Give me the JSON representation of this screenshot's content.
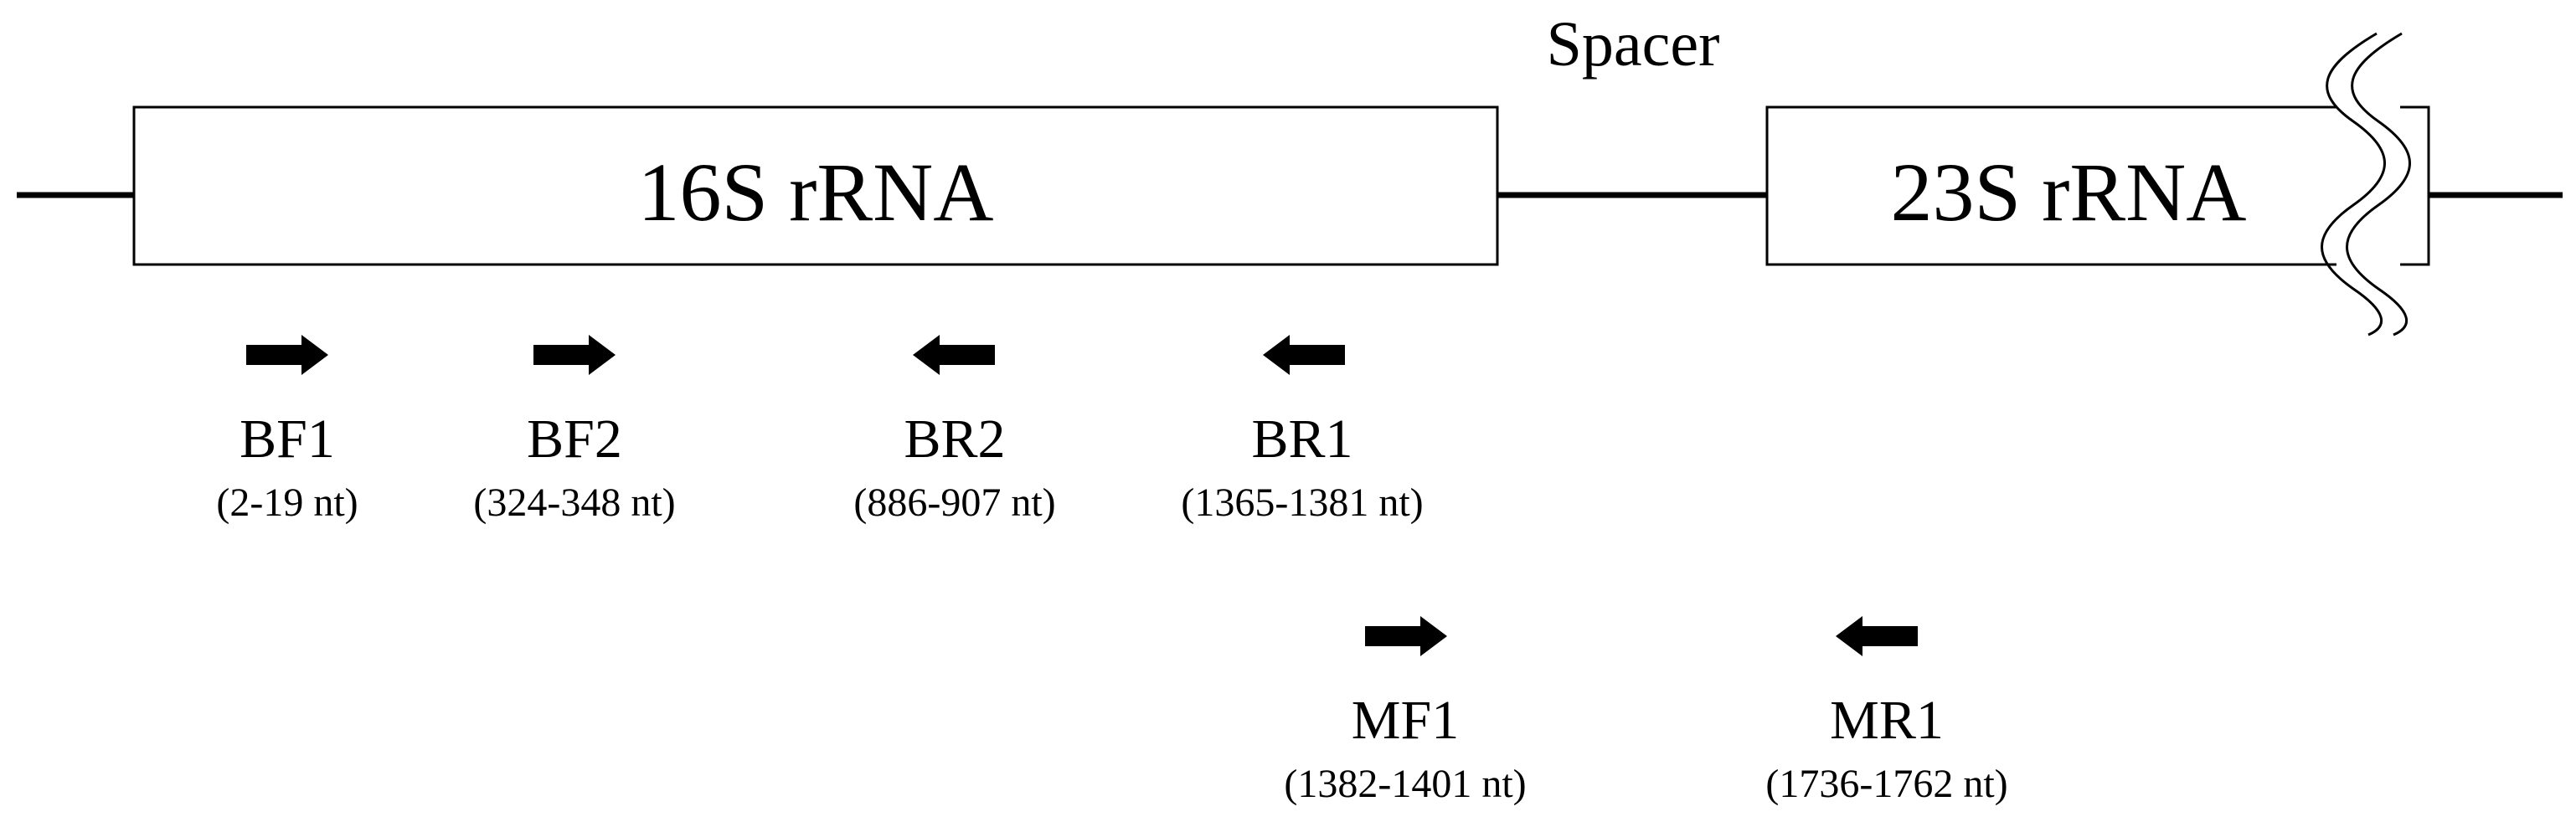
{
  "diagram": {
    "spacer_label": "Spacer",
    "genes": [
      {
        "id": "16s",
        "label": "16S rRNA"
      },
      {
        "id": "23s",
        "label": "23S rRNA"
      }
    ],
    "primers": [
      {
        "id": "bf1",
        "name": "BF1",
        "range": "(2-19 nt)",
        "direction": "forward"
      },
      {
        "id": "bf2",
        "name": "BF2",
        "range": "(324-348 nt)",
        "direction": "forward"
      },
      {
        "id": "br2",
        "name": "BR2",
        "range": "(886-907 nt)",
        "direction": "reverse"
      },
      {
        "id": "br1",
        "name": "BR1",
        "range": "(1365-1381 nt)",
        "direction": "reverse"
      },
      {
        "id": "mf1",
        "name": "MF1",
        "range": "(1382-1401 nt)",
        "direction": "forward"
      },
      {
        "id": "mr1",
        "name": "MR1",
        "range": "(1736-1762 nt)",
        "direction": "reverse"
      }
    ]
  }
}
